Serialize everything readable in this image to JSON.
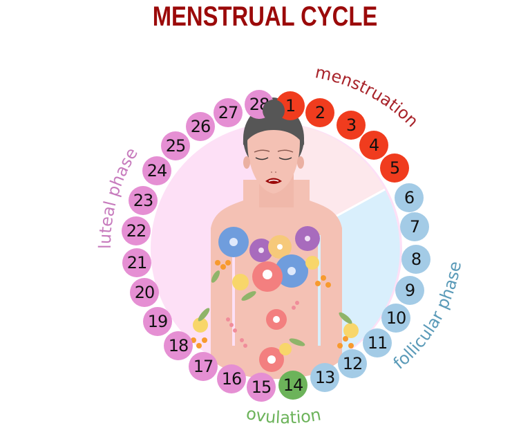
{
  "title": "MENSTRUAL CYCLE",
  "colors": {
    "title": "#9b0a0a",
    "menstruation": "#f03c1e",
    "follicular": "#a3cbe6",
    "ovulation": "#6cb35a",
    "luteal": "#e58fd3",
    "menstruation_label": "#a8232a",
    "follicular_label": "#5a9ab8",
    "ovulation_label": "#6cb35a",
    "luteal_label": "#c77bbd",
    "bg_luteal": "#fde0f6",
    "bg_menstruation": "#fde8ec",
    "bg_follicular": "#d9effc",
    "skin": "#f4c1b4",
    "hair": "#565656"
  },
  "phases": {
    "menstruation": {
      "label": "menstruation",
      "days": [
        1,
        2,
        3,
        4,
        5
      ]
    },
    "follicular": {
      "label": "follicular phase",
      "days": [
        6,
        7,
        8,
        9,
        10,
        11,
        12,
        13
      ]
    },
    "ovulation": {
      "label": "ovulation",
      "days": [
        14
      ]
    },
    "luteal": {
      "label": "luteal phase",
      "days": [
        15,
        16,
        17,
        18,
        19,
        20,
        21,
        22,
        23,
        24,
        25,
        26,
        27,
        28
      ]
    }
  },
  "days": [
    {
      "n": "1",
      "phase": "menstruation"
    },
    {
      "n": "2",
      "phase": "menstruation"
    },
    {
      "n": "3",
      "phase": "menstruation"
    },
    {
      "n": "4",
      "phase": "menstruation"
    },
    {
      "n": "5",
      "phase": "menstruation"
    },
    {
      "n": "6",
      "phase": "follicular"
    },
    {
      "n": "7",
      "phase": "follicular"
    },
    {
      "n": "8",
      "phase": "follicular"
    },
    {
      "n": "9",
      "phase": "follicular"
    },
    {
      "n": "10",
      "phase": "follicular"
    },
    {
      "n": "11",
      "phase": "follicular"
    },
    {
      "n": "12",
      "phase": "follicular"
    },
    {
      "n": "13",
      "phase": "follicular"
    },
    {
      "n": "14",
      "phase": "ovulation"
    },
    {
      "n": "15",
      "phase": "luteal"
    },
    {
      "n": "16",
      "phase": "luteal"
    },
    {
      "n": "17",
      "phase": "luteal"
    },
    {
      "n": "18",
      "phase": "luteal"
    },
    {
      "n": "19",
      "phase": "luteal"
    },
    {
      "n": "20",
      "phase": "luteal"
    },
    {
      "n": "21",
      "phase": "luteal"
    },
    {
      "n": "22",
      "phase": "luteal"
    },
    {
      "n": "23",
      "phase": "luteal"
    },
    {
      "n": "24",
      "phase": "luteal"
    },
    {
      "n": "25",
      "phase": "luteal"
    },
    {
      "n": "26",
      "phase": "luteal"
    },
    {
      "n": "27",
      "phase": "luteal"
    },
    {
      "n": "28",
      "phase": "luteal"
    }
  ]
}
